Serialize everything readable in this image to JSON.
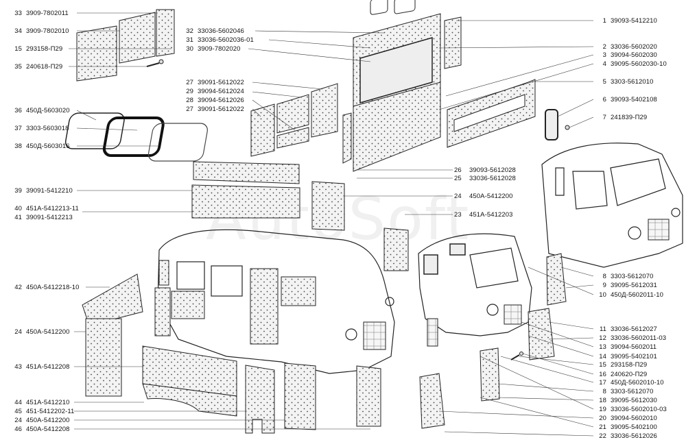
{
  "watermark": "AutoSoft",
  "left_labels": [
    {
      "n": "33",
      "code": "3909-7802011"
    },
    {
      "n": "34",
      "code": "3909-7802010"
    },
    {
      "n": "15",
      "code": "293158-П29"
    },
    {
      "n": "35",
      "code": "240618-П29"
    },
    {
      "n": "36",
      "code": "450Д-5603020"
    },
    {
      "n": "37",
      "code": "3303-5603018"
    },
    {
      "n": "38",
      "code": "450Д-5603016"
    },
    {
      "n": "39",
      "code": "39091-5412210"
    },
    {
      "n": "40",
      "code": "451А-5412213-11"
    },
    {
      "n": "41",
      "code": "39091-5412213"
    },
    {
      "n": "42",
      "code": "450А-5412218-10"
    },
    {
      "n": "24",
      "code": "450А-5412200"
    },
    {
      "n": "43",
      "code": "451А-5412208"
    },
    {
      "n": "44",
      "code": "451А-5412210"
    },
    {
      "n": "45",
      "code": "451-5412202-11"
    },
    {
      "n": "24",
      "code": "450А-5412200"
    },
    {
      "n": "46",
      "code": "450А-5412208"
    }
  ],
  "mid_labels": [
    {
      "n": "32",
      "code": "33036-5602046"
    },
    {
      "n": "31",
      "code": "33036-5602036-01"
    },
    {
      "n": "30",
      "code": "3909-7802020"
    },
    {
      "n": "27",
      "code": "39091-5612022"
    },
    {
      "n": "29",
      "code": "39094-5612024"
    },
    {
      "n": "28",
      "code": "39094-5612026"
    },
    {
      "n": "27",
      "code": "39091-5612022"
    },
    {
      "n": "26",
      "code": "39093-5612028"
    },
    {
      "n": "25",
      "code": "33036-5612028"
    },
    {
      "n": "24",
      "code": "450А-5412200"
    },
    {
      "n": "23",
      "code": "451А-5412203"
    }
  ],
  "right_labels": [
    {
      "n": "1",
      "code": "39093-5412210"
    },
    {
      "n": "2",
      "code": "33036-5602020"
    },
    {
      "n": "3",
      "code": "39094-5602030"
    },
    {
      "n": "4",
      "code": "39095-5602030-10"
    },
    {
      "n": "5",
      "code": "3303-5612010"
    },
    {
      "n": "6",
      "code": "39093-5402108"
    },
    {
      "n": "7",
      "code": "241839-П29"
    },
    {
      "n": "8",
      "code": "3303-5612070"
    },
    {
      "n": "9",
      "code": "39095-5612031"
    },
    {
      "n": "10",
      "code": "450Д-5602011-10"
    },
    {
      "n": "11",
      "code": "33036-5612027"
    },
    {
      "n": "12",
      "code": "33036-5602011-03"
    },
    {
      "n": "13",
      "code": "39094-5602011"
    },
    {
      "n": "14",
      "code": "39095-5402101"
    },
    {
      "n": "15",
      "code": "293158-П29"
    },
    {
      "n": "16",
      "code": "240620-П29"
    },
    {
      "n": "17",
      "code": "450Д-5602010-10"
    },
    {
      "n": "8",
      "code": "3303-5612070"
    },
    {
      "n": "18",
      "code": "39095-5612030"
    },
    {
      "n": "19",
      "code": "33036-5602010-03"
    },
    {
      "n": "20",
      "code": "39094-5602010"
    },
    {
      "n": "21",
      "code": "39095-5402100"
    },
    {
      "n": "22",
      "code": "33036-5612026"
    }
  ]
}
